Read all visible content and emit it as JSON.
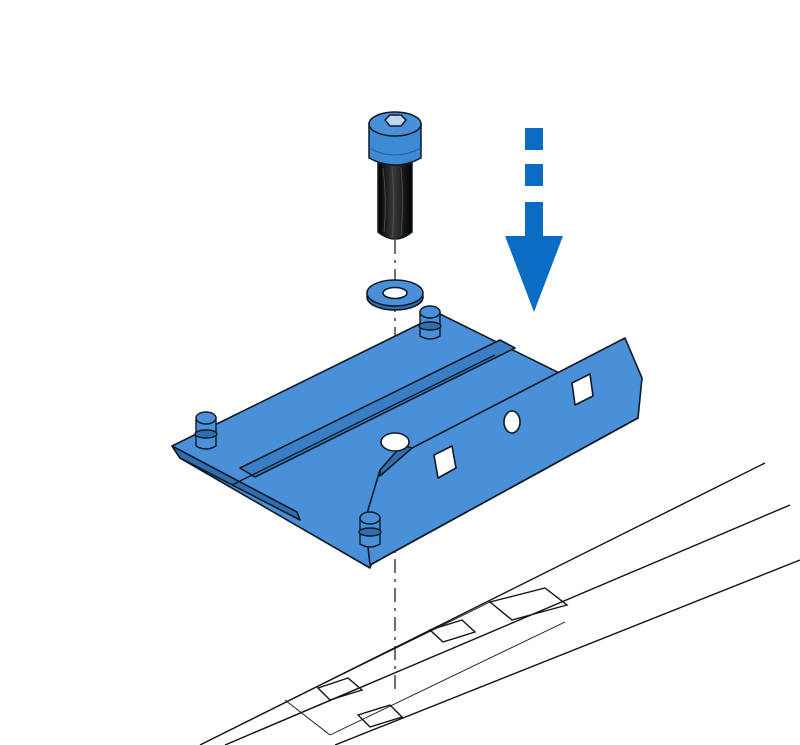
{
  "diagram": {
    "kind": "assembly-instruction",
    "step_action": "insert-down",
    "parts": [
      {
        "name": "socket-head-cap-screw",
        "color": "#3d8bd4"
      },
      {
        "name": "washer",
        "color": "#3d8bd4"
      },
      {
        "name": "mounting-bracket",
        "color": "#4a90d9"
      },
      {
        "name": "rail-channel",
        "color": "#ffffff"
      }
    ],
    "colors": {
      "part_fill": "#4a90d9",
      "part_dark": "#2f6fb0",
      "outline": "#0d1a26",
      "arrow": "#0b6cc4",
      "thread": "#141414",
      "line": "#111111"
    },
    "icons": [
      "down-arrow-icon",
      "dashed-axis-line"
    ]
  }
}
